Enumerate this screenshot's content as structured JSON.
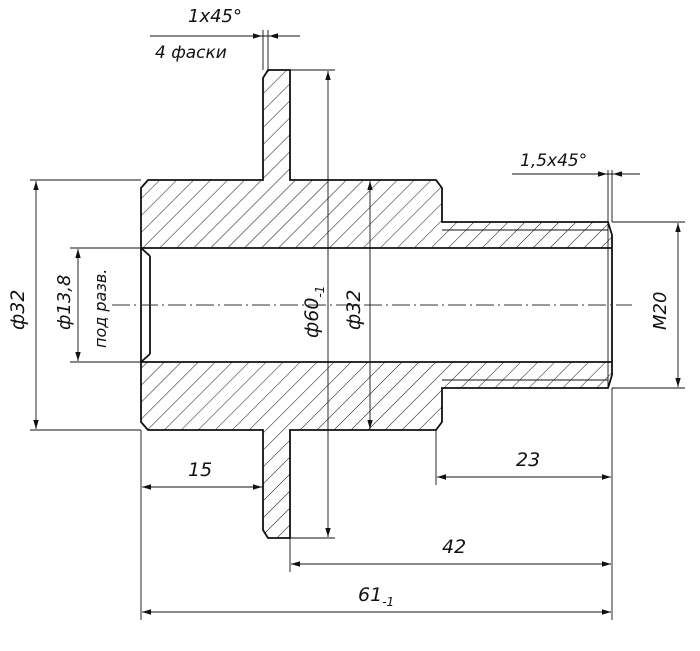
{
  "dimensions": {
    "chamfer_top": "1x45°",
    "chamfer_top_note": "4 фаски",
    "chamfer_right": "1,5x45°",
    "dia_outer": "ф32",
    "dia_bore": "ф13,8",
    "bore_note": "под разв.",
    "dia_flange_main": "ф60",
    "dia_flange_tol": "-1",
    "dia_body": "ф32",
    "thread": "M20",
    "len_15": "15",
    "len_23": "23",
    "len_42": "42",
    "len_total_main": "61",
    "len_total_tol": "-1"
  },
  "colors": {
    "line": "#111111",
    "background": "#ffffff"
  }
}
